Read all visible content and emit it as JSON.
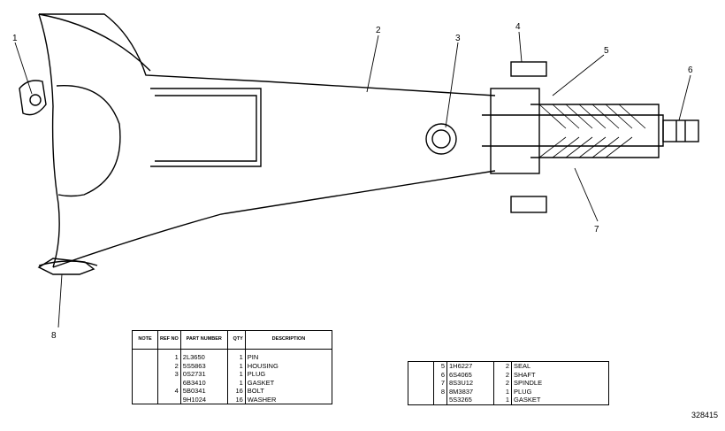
{
  "callouts": [
    "1",
    "2",
    "3",
    "4",
    "5",
    "6",
    "7",
    "8"
  ],
  "table_headers": {
    "note": "NOTE",
    "ref_no": "REF NO",
    "part_number": "PART NUMBER",
    "qty": "QTY",
    "description": "DESCRIPTION"
  },
  "parts_left": [
    {
      "ref": "1",
      "part": "2L3650",
      "qty": "1",
      "desc": "PIN"
    },
    {
      "ref": "2",
      "part": "5S5863",
      "qty": "1",
      "desc": "HOUSING"
    },
    {
      "ref": "3",
      "part": "0S2731",
      "qty": "1",
      "desc": "PLUG"
    },
    {
      "ref": "",
      "part": "6B3410",
      "qty": "1",
      "desc": "GASKET"
    },
    {
      "ref": "4",
      "part": "5B0341",
      "qty": "16",
      "desc": "BOLT"
    },
    {
      "ref": "",
      "part": "9H1024",
      "qty": "16",
      "desc": "WASHER"
    }
  ],
  "parts_right": [
    {
      "ref": "5",
      "part": "1H6227",
      "qty": "2",
      "desc": "SEAL"
    },
    {
      "ref": "6",
      "part": "6S4065",
      "qty": "2",
      "desc": "SHAFT"
    },
    {
      "ref": "7",
      "part": "8S3U12",
      "qty": "2",
      "desc": "SPINDLE"
    },
    {
      "ref": "8",
      "part": "8M3837",
      "qty": "1",
      "desc": "PLUG"
    },
    {
      "ref": "",
      "part": "5S3265",
      "qty": "1",
      "desc": "GASKET"
    }
  ],
  "figure_number": "328415"
}
